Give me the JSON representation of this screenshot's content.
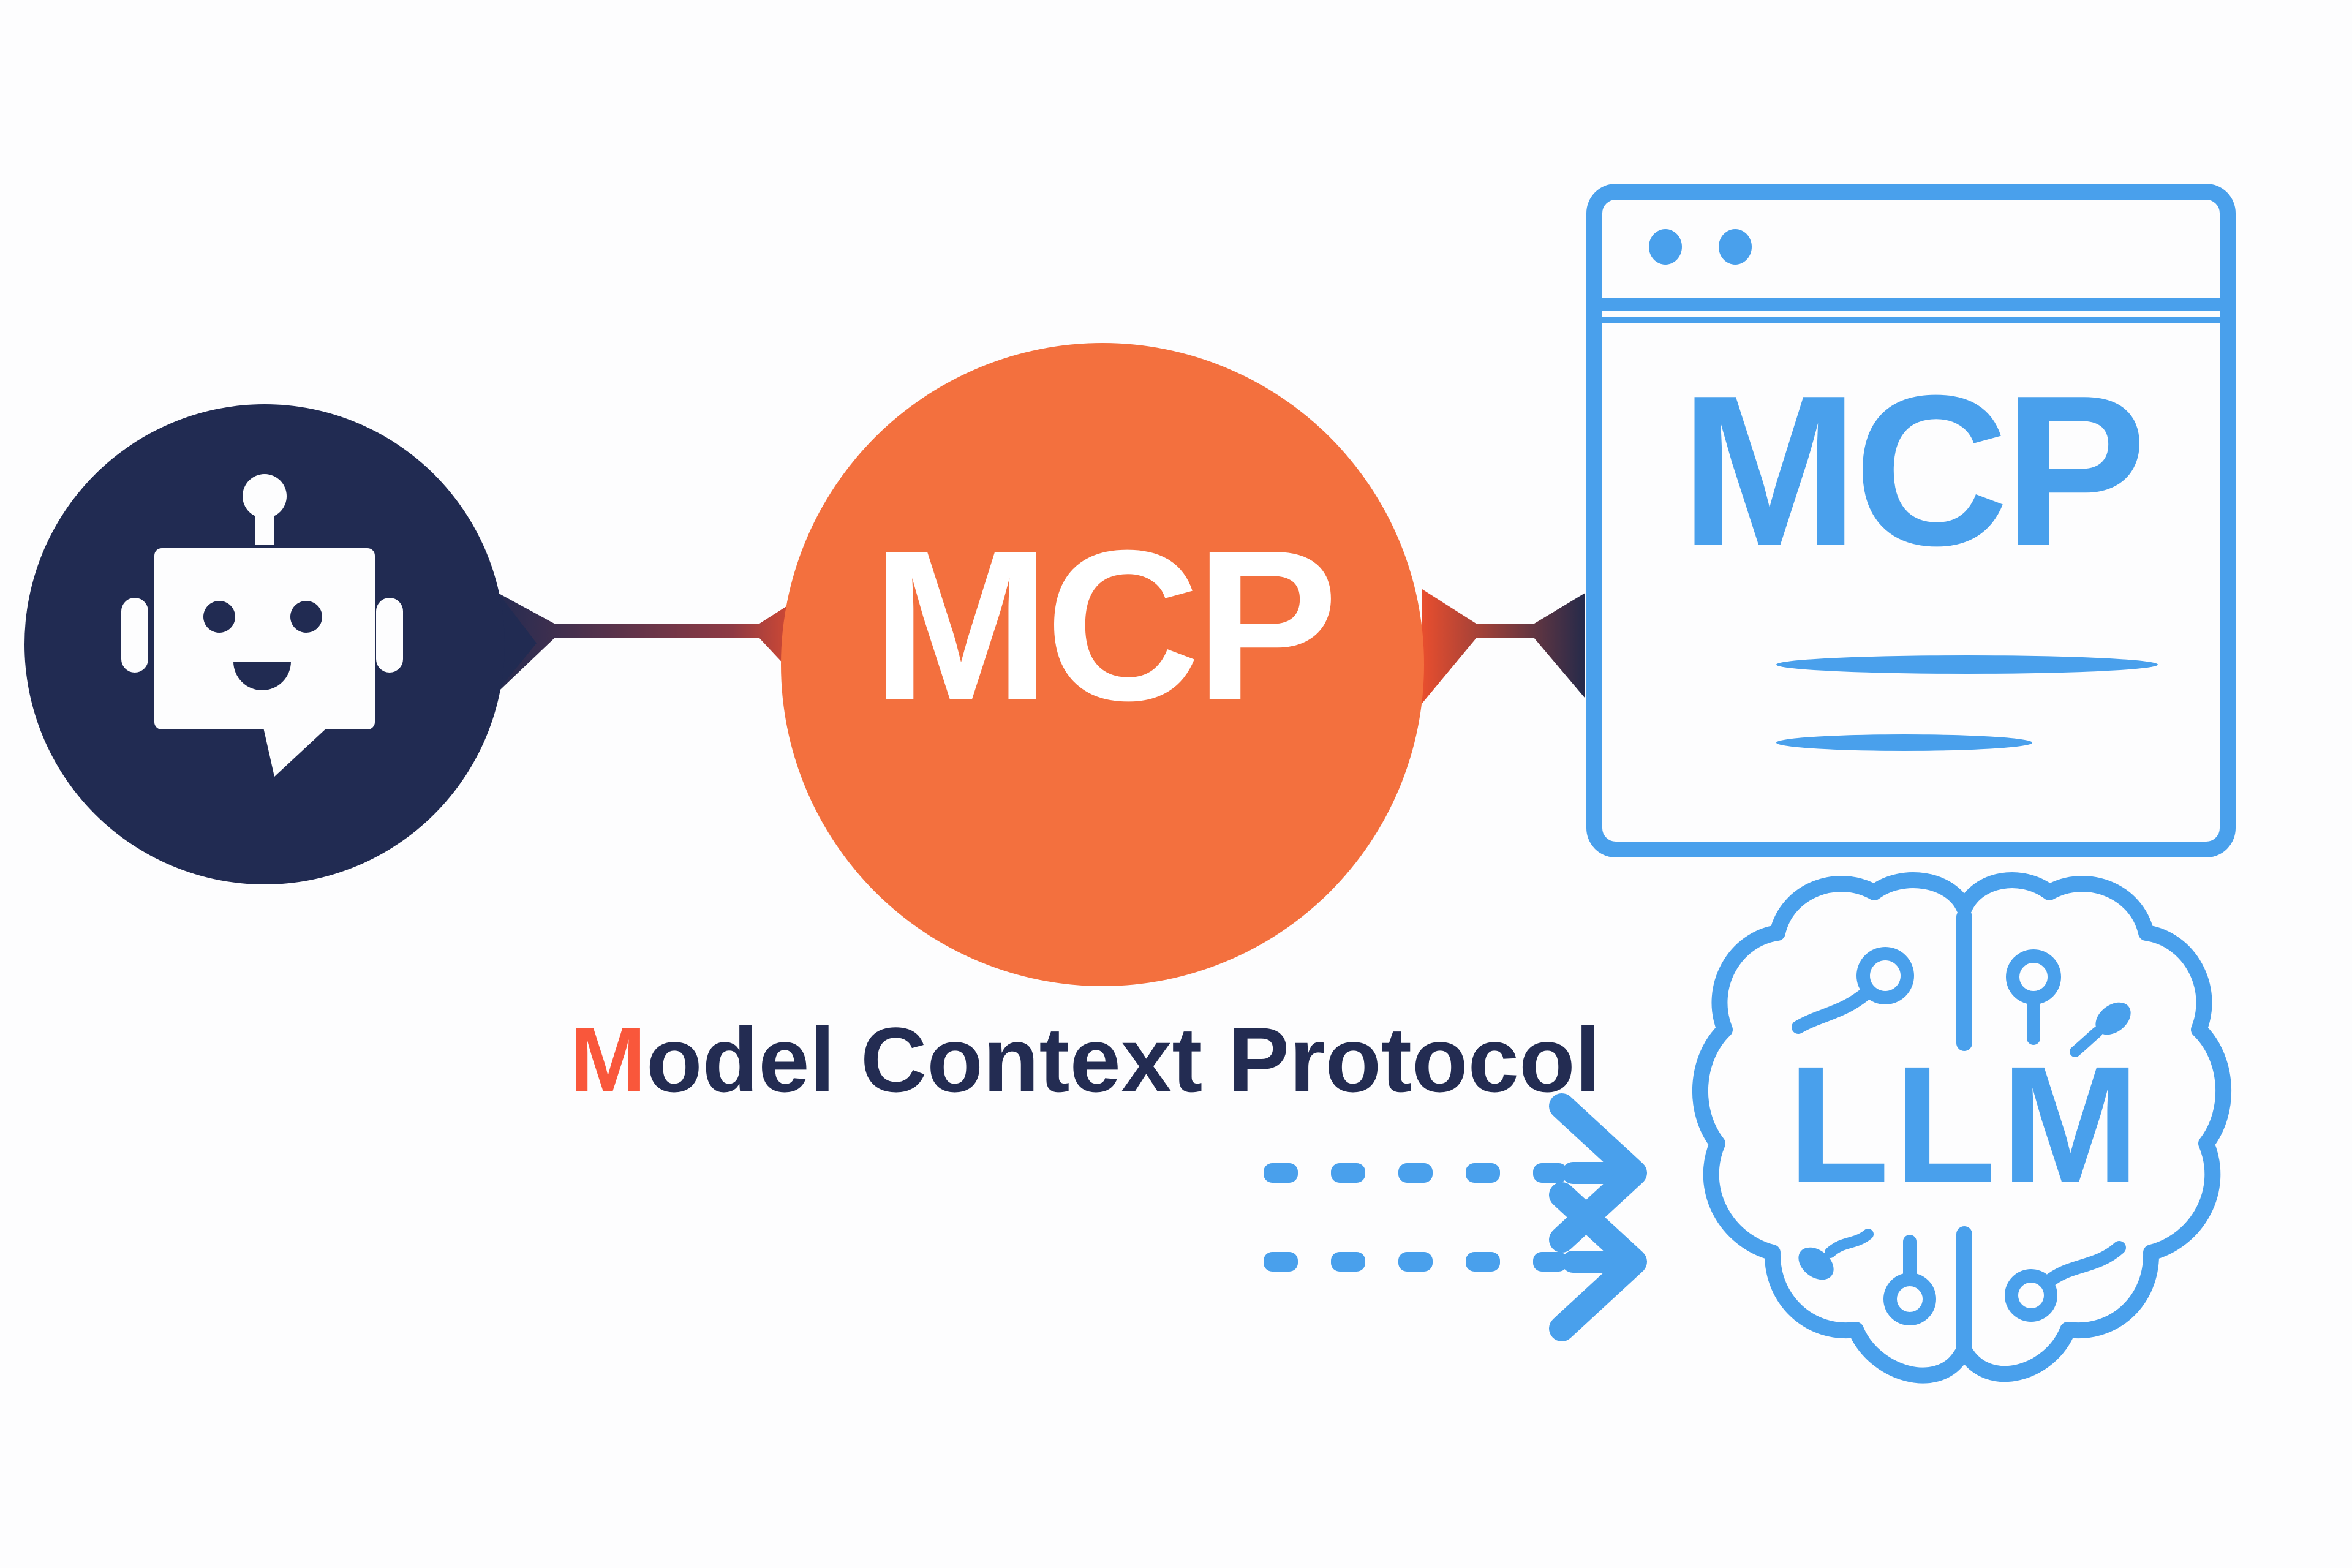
{
  "title": "Model Context Protocol diagram",
  "colors": {
    "bg": "#FDFDFE",
    "navy": "#212B52",
    "caption-navy": "#232C52",
    "caption-accent": "#F9573B",
    "orange": "#F3703E",
    "blue": "#49A0EC",
    "white": "#FFFFFF"
  },
  "chatbot": {
    "icon": "chatbot-robot-in-speech-bubble"
  },
  "mcp_hub": {
    "label": "MCP"
  },
  "mcp_window": {
    "label": "MCP",
    "dots": 2,
    "content_lines": 2
  },
  "llm": {
    "label": "LLM",
    "icon": "circuit-brain"
  },
  "caption": {
    "text": "Model Context Protocol",
    "first_letter": "M",
    "rest": "odel Context Protocol"
  },
  "connections": {
    "left": "chatbot-to-mcp-hub",
    "right": "mcp-hub-to-mcp-window",
    "dashed_arrows": 2,
    "dashed_arrows_direction": "right-toward-llm"
  }
}
